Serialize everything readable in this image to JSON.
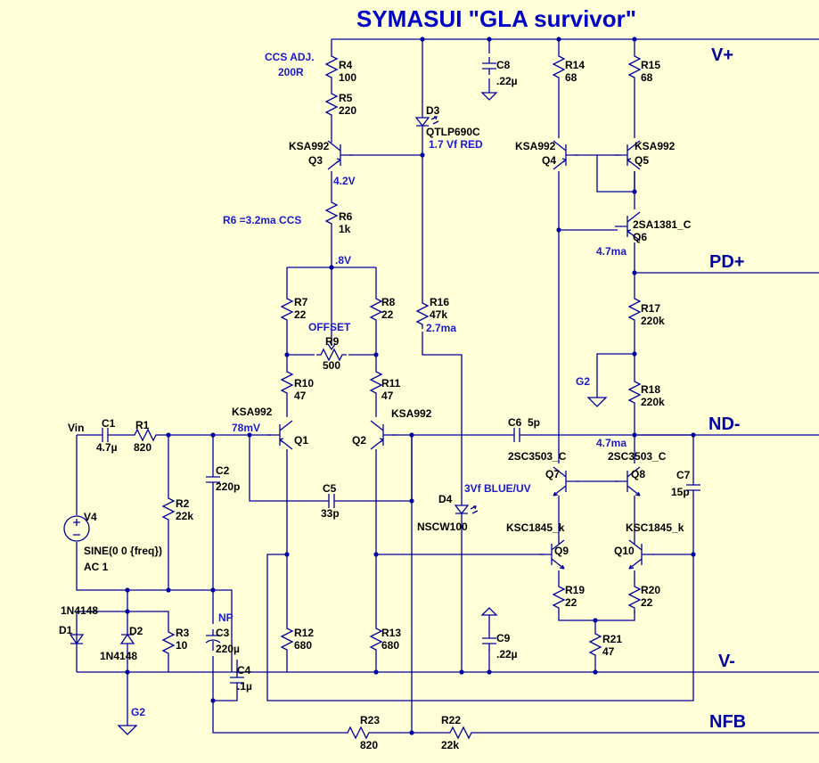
{
  "title": "SYMASUI \"GLA survivor\"",
  "ports": {
    "vplus": "V+",
    "pdplus": "PD+",
    "ndminus": "ND-",
    "vminus": "V-",
    "nfb": "NFB"
  },
  "notes": {
    "ccs_adj": "CCS ADJ.",
    "ccs_adj_val": "200R",
    "v_q3": "4.2V",
    "r6_note": "R6 =3.2ma CCS",
    "v_08": ".8V",
    "offset": "OFFSET",
    "r16_ma": "2.7ma",
    "q6_ma": "4.7ma",
    "q8_ma": "4.7ma",
    "v_78mv": "78mV",
    "d4_note": "3Vf BLUE/UV",
    "d3_note": "1.7 Vf RED",
    "np": "NP"
  },
  "parts": {
    "r4": [
      "R4",
      "100"
    ],
    "r5": [
      "R5",
      "220"
    ],
    "r6": [
      "R6",
      "1k"
    ],
    "r7": [
      "R7",
      "22"
    ],
    "r8": [
      "R8",
      "22"
    ],
    "r9": [
      "R9",
      "500"
    ],
    "r10": [
      "R10",
      "47"
    ],
    "r11": [
      "R11",
      "47"
    ],
    "r12": [
      "R12",
      "680"
    ],
    "r13": [
      "R13",
      "680"
    ],
    "r14": [
      "R14",
      "68"
    ],
    "r15": [
      "R15",
      "68"
    ],
    "r16": [
      "R16",
      "47k"
    ],
    "r17": [
      "R17",
      "220k"
    ],
    "r18": [
      "R18",
      "220k"
    ],
    "r19": [
      "R19",
      "22"
    ],
    "r20": [
      "R20",
      "22"
    ],
    "r21": [
      "R21",
      "47"
    ],
    "r22": [
      "R22",
      "22k"
    ],
    "r23": [
      "R23",
      "820"
    ],
    "r1": [
      "R1",
      "820"
    ],
    "r2": [
      "R2",
      "22k"
    ],
    "r3": [
      "R3",
      "10"
    ],
    "c1": [
      "C1",
      "4.7µ"
    ],
    "c2": [
      "C2",
      "220p"
    ],
    "c3": [
      "C3",
      "220µ"
    ],
    "c4": [
      "C4",
      ".1µ"
    ],
    "c5": [
      "C5",
      "33p"
    ],
    "c6": [
      "C6",
      "5p"
    ],
    "c7": [
      "C7",
      "15p"
    ],
    "c8": [
      "C8",
      ".22µ"
    ],
    "c9": [
      "C9",
      ".22µ"
    ],
    "q1": [
      "Q1",
      "KSA992"
    ],
    "q2": [
      "Q2",
      "KSA992"
    ],
    "q3": [
      "Q3",
      "KSA992"
    ],
    "q4": [
      "Q4",
      "KSA992"
    ],
    "q5": [
      "Q5",
      "KSA992"
    ],
    "q6": [
      "Q6",
      "2SA1381_C"
    ],
    "q7": [
      "Q7",
      "2SC3503_C"
    ],
    "q8": [
      "Q8",
      "2SC3503_C"
    ],
    "q9": [
      "Q9",
      "KSC1845_k"
    ],
    "q10": [
      "Q10",
      "KSC1845_k"
    ],
    "d1": [
      "D1",
      "1N4148"
    ],
    "d2": [
      "D2",
      "1N4148"
    ],
    "d3": [
      "D3",
      "QTLP690C"
    ],
    "d4": [
      "D4",
      "NSCW100"
    ],
    "v4": [
      "V4",
      "SINE(0 0 {freq})",
      "AC 1"
    ],
    "vin": "Vin",
    "g2a": "G2",
    "g2b": "G2"
  }
}
